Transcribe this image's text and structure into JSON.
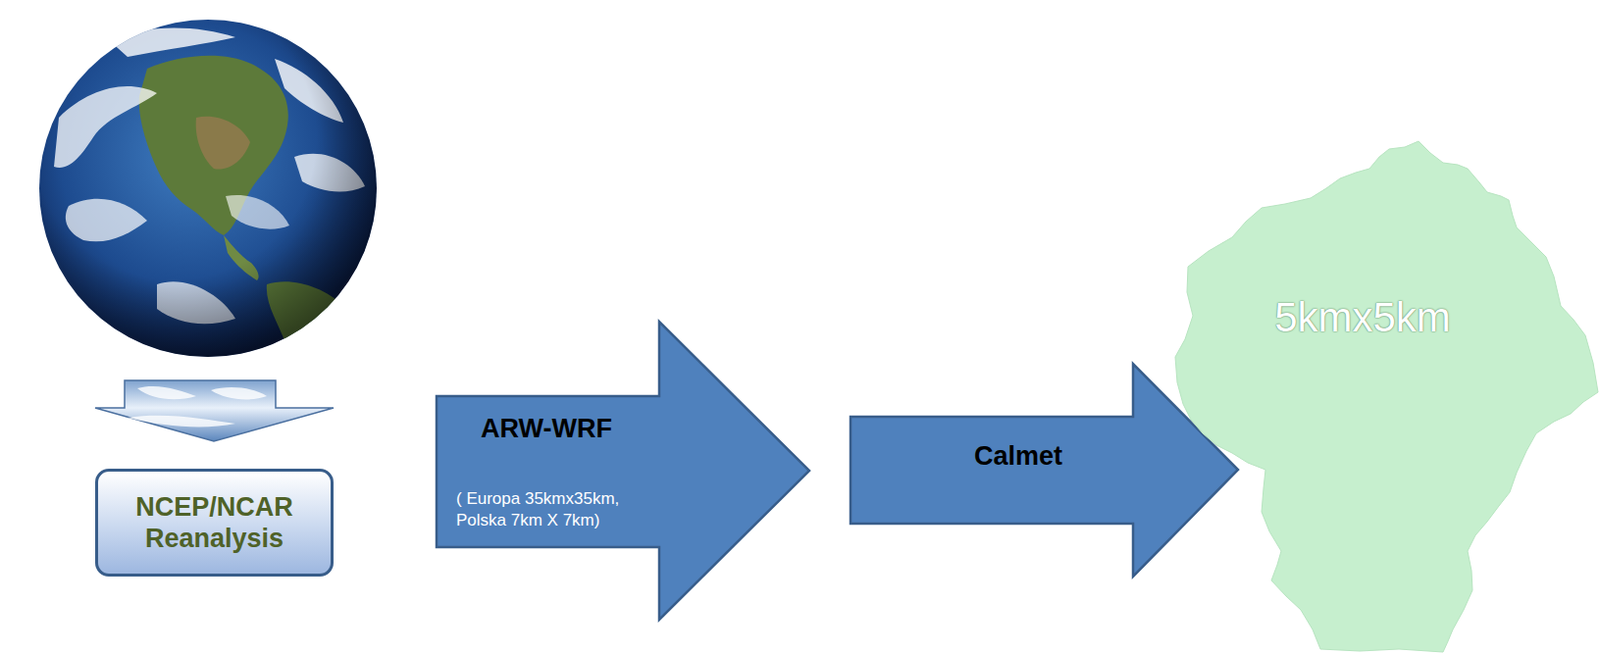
{
  "diagram": {
    "nodes": [
      {
        "text": [
          "NCEP/NCAR Reanalysis"
        ]
      },
      {
        "text": [
          "ARW-WRF",
          "( Europa 35kmx35km, Polska 7km X 7km)"
        ]
      },
      {
        "text": [
          "Calmet"
        ]
      },
      {
        "text": [
          "5kmx5km"
        ]
      }
    ]
  }
}
